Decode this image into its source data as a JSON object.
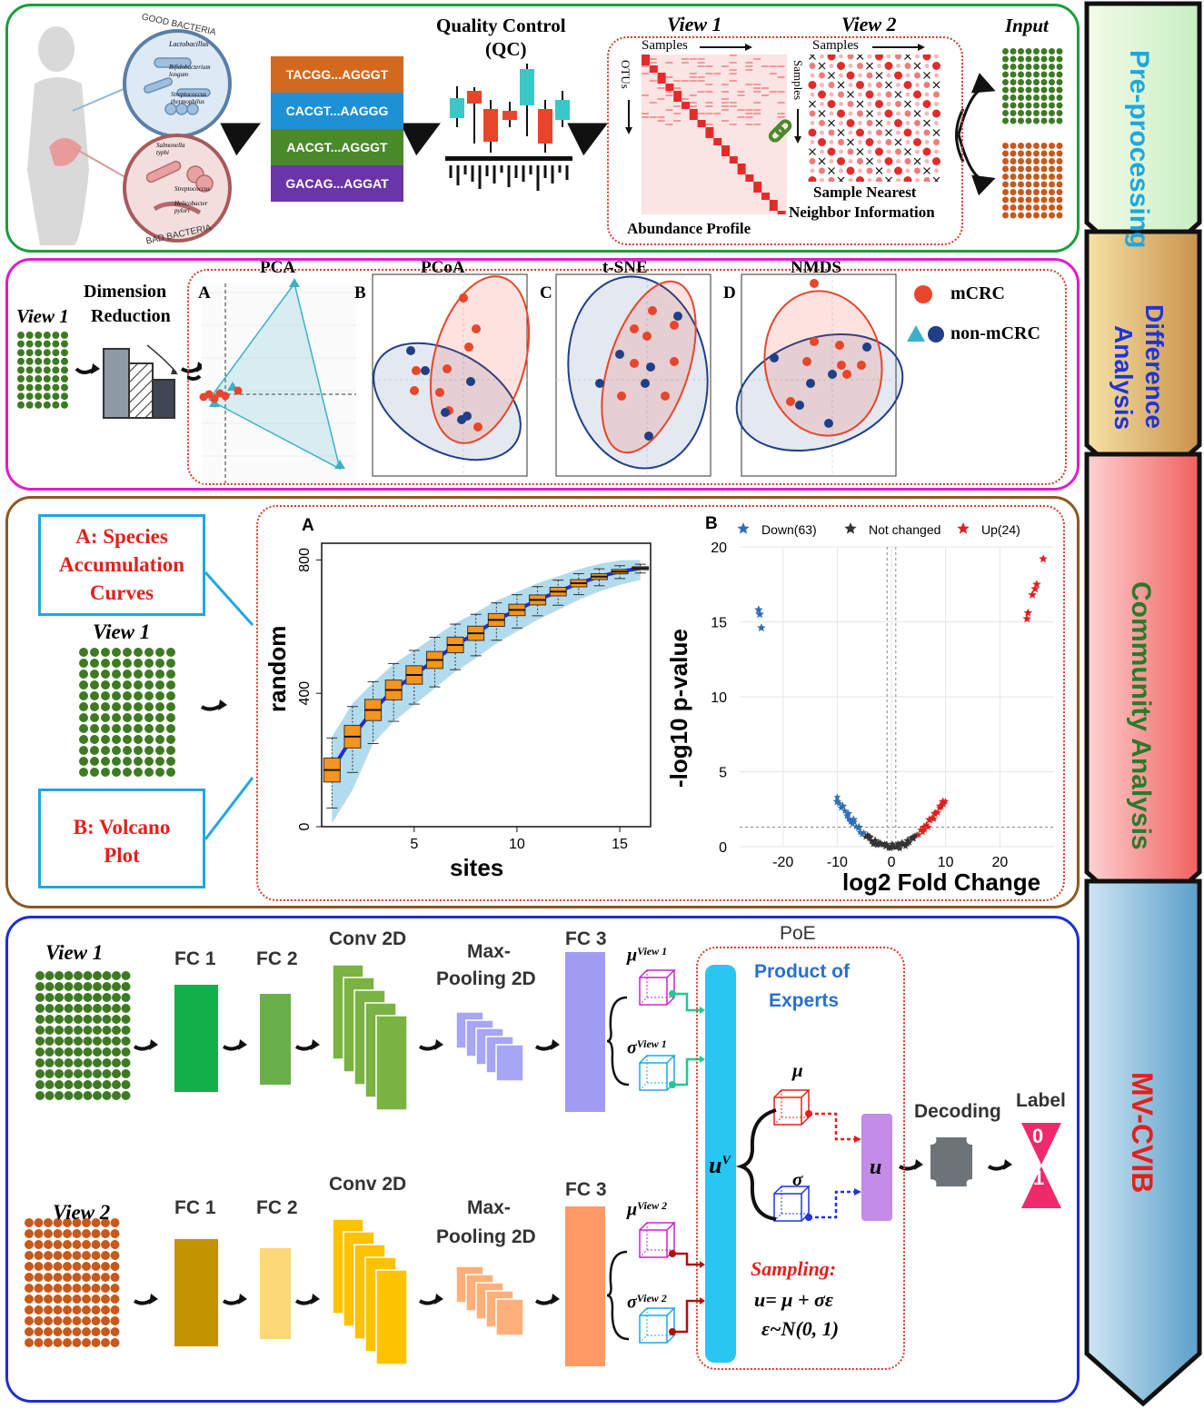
{
  "colors": {
    "preprocessing_border": "#1a9e3a",
    "difference_border": "#e01ad0",
    "community_border": "#8a5a22",
    "mvcvib_border": "#1f2bd6",
    "mcrc": "#e8452a",
    "non_mcrc_triangle": "#3bb0c9",
    "non_mcrc_circle": "#1f3f86",
    "view1_grid": "#3e7a23",
    "view2_grid": "#c6591b"
  },
  "preprocessing": {
    "good_bacteria": "GOOD BACTERIA",
    "bad_bacteria": "BAD BACTERIA",
    "good_species": [
      "Lactobacillus",
      "Bifidobacterium longum",
      "Streptococcus thermophilus"
    ],
    "bad_species": [
      "Salmonella typhi",
      "Streptococcus",
      "Helicobacter pylori"
    ],
    "sequences": [
      {
        "text": "TACGG...AGGGT",
        "color": "#d2691e"
      },
      {
        "text": "CACGT...AAGGG",
        "color": "#1e90d6"
      },
      {
        "text": "AACGT...AGGGT",
        "color": "#4a8a2a"
      },
      {
        "text": "GACAG...AGGAT",
        "color": "#6a35a8"
      }
    ],
    "qc_title_line1": "Quality Control",
    "qc_title_line2": "(QC)",
    "view1_title": "View 1",
    "view2_title": "View 2",
    "samples_label": "Samples",
    "otus_label": "OTUs",
    "samples_vertical": "Samples",
    "abundance_label": "Abundance Profile",
    "nn_label_line1": "Sample Nearest",
    "nn_label_line2": "Neighbor Information",
    "input_label": "Input"
  },
  "difference": {
    "view1_label": "View 1",
    "dim_red_line1": "Dimension",
    "dim_red_line2": "Reduction",
    "plots": [
      {
        "letter": "A",
        "title": "PCA"
      },
      {
        "letter": "B",
        "title": "PCoA"
      },
      {
        "letter": "C",
        "title": "t-SNE"
      },
      {
        "letter": "D",
        "title": "NMDS"
      }
    ],
    "legend_mcrc": "mCRC",
    "legend_non": "non-mCRC"
  },
  "community": {
    "box_a_line1": "A: Species",
    "box_a_line2": "Accumulation",
    "box_a_line3": "Curves",
    "box_b_line1": "B: Volcano",
    "box_b_line2": "Plot",
    "view1_label": "View 1",
    "plot_a_letter": "A",
    "plot_b_letter": "B"
  },
  "chart_data": [
    {
      "type": "box",
      "title": "",
      "xlabel": "sites",
      "ylabel": "random",
      "xlim": [
        0.5,
        16.5
      ],
      "ylim": [
        0,
        850
      ],
      "xticks": [
        "5",
        "10",
        "15"
      ],
      "yticks": [
        "0",
        "400",
        "800"
      ],
      "x": [
        1,
        2,
        3,
        4,
        5,
        6,
        7,
        8,
        9,
        10,
        11,
        12,
        13,
        14,
        15,
        16
      ],
      "medians": [
        170,
        270,
        350,
        410,
        455,
        500,
        545,
        580,
        620,
        650,
        680,
        705,
        730,
        750,
        765,
        775
      ]
    },
    {
      "type": "scatter",
      "title": "",
      "xlabel": "log2 Fold Change",
      "ylabel": "-log10 p-value",
      "xlim": [
        -28,
        30
      ],
      "ylim": [
        0,
        20
      ],
      "xticks": [
        "-20",
        "-10",
        "0",
        "10",
        "20"
      ],
      "yticks": [
        "0",
        "5",
        "10",
        "15",
        "20"
      ],
      "series": [
        {
          "name": "Down(63)",
          "color": "#2e6fb5",
          "points": [
            [
              -24.5,
              15.8
            ],
            [
              -24.3,
              15.5
            ],
            [
              -24.0,
              14.6
            ],
            [
              -10,
              3.0
            ],
            [
              -9,
              2.7
            ],
            [
              -8,
              2.2
            ],
            [
              -7,
              1.8
            ],
            [
              -6,
              1.3
            ]
          ]
        },
        {
          "name": "Not changed",
          "color": "#333333",
          "points": [
            [
              -4,
              0.6
            ],
            [
              -3,
              0.4
            ],
            [
              -2,
              0.2
            ],
            [
              -1,
              0.05
            ],
            [
              0,
              0
            ],
            [
              1,
              0.05
            ],
            [
              2,
              0.2
            ],
            [
              3,
              0.4
            ],
            [
              4,
              0.6
            ]
          ]
        },
        {
          "name": "Up(24)",
          "color": "#e02020",
          "points": [
            [
              28,
              19.2
            ],
            [
              26.8,
              17.5
            ],
            [
              26.5,
              17.2
            ],
            [
              26,
              16.8
            ],
            [
              25.2,
              15.6
            ],
            [
              25,
              15.2
            ],
            [
              6,
              1.3
            ],
            [
              7,
              1.8
            ],
            [
              8,
              2.2
            ],
            [
              9,
              2.7
            ],
            [
              9.5,
              3.0
            ]
          ]
        }
      ]
    }
  ],
  "mvcvib": {
    "view1_label": "View 1",
    "view2_label": "View 2",
    "fc1": "FC 1",
    "fc2": "FC 2",
    "conv": "Conv 2D",
    "maxpool_line1": "Max-",
    "maxpool_line2": "Pooling 2D",
    "fc3": "FC 3",
    "mu_view1": "View 1",
    "sigma_view1": "View 1",
    "mu_view2": "View 2",
    "sigma_view2": "View 2",
    "poe": "PoE",
    "poe_full_line1": "Product of",
    "poe_full_line2": "Experts",
    "uv": "u",
    "uv_sup": "V",
    "mu": "μ",
    "sigma": "σ",
    "u": "u",
    "sampling_title": "Sampling:",
    "sampling_eq1": "u= μ + σε",
    "sampling_eq2": "ε~N(0, 1)",
    "decoding": "Decoding",
    "label": "Label",
    "label_0": "0",
    "label_1": "1"
  },
  "side_labels": {
    "preprocessing": "Pre-processing",
    "difference_line1": "Difference",
    "difference_line2": "Analysis",
    "community": "Community Analysis",
    "mvcvib": "MV-CVIB"
  }
}
